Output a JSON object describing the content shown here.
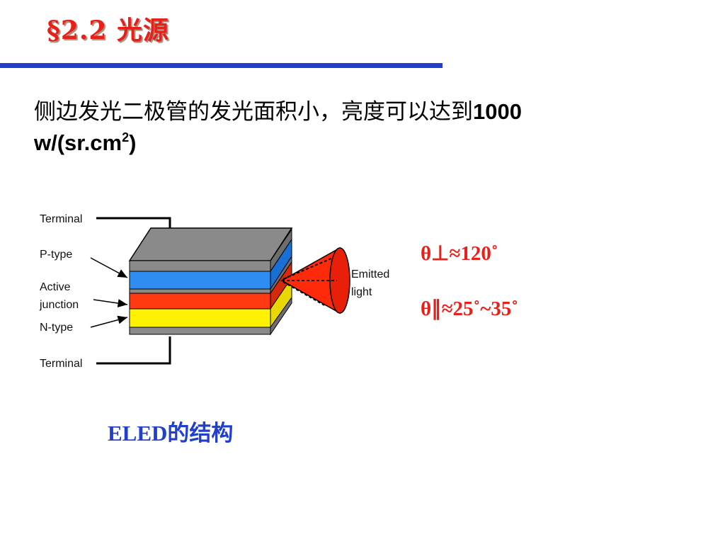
{
  "slide": {
    "title": "§2.2 光源",
    "body": {
      "text_cn": "侧边发光二极管的发光面积小，亮度可以达到",
      "value": "1000",
      "unit_main": "w/(sr.cm",
      "unit_sup": "2",
      "unit_close": ")"
    },
    "angles": {
      "perp": "θ⊥≈120˚",
      "parallel": "θ∥≈25˚~35˚"
    },
    "caption": {
      "latin": "ELED",
      "cjk": "的结构"
    },
    "diagram": {
      "labels": {
        "terminal_top": "Terminal",
        "p_type": "P-type",
        "active_1": "Active",
        "active_2": "junction",
        "n_type": "N-type",
        "terminal_bottom": "Terminal",
        "emitted_1": "Emitted",
        "emitted_2": "light"
      },
      "colors": {
        "gray": "#8a8a8a",
        "blue": "#2f8cf0",
        "red": "#ff3a12",
        "yellow": "#fff200"
      }
    }
  }
}
